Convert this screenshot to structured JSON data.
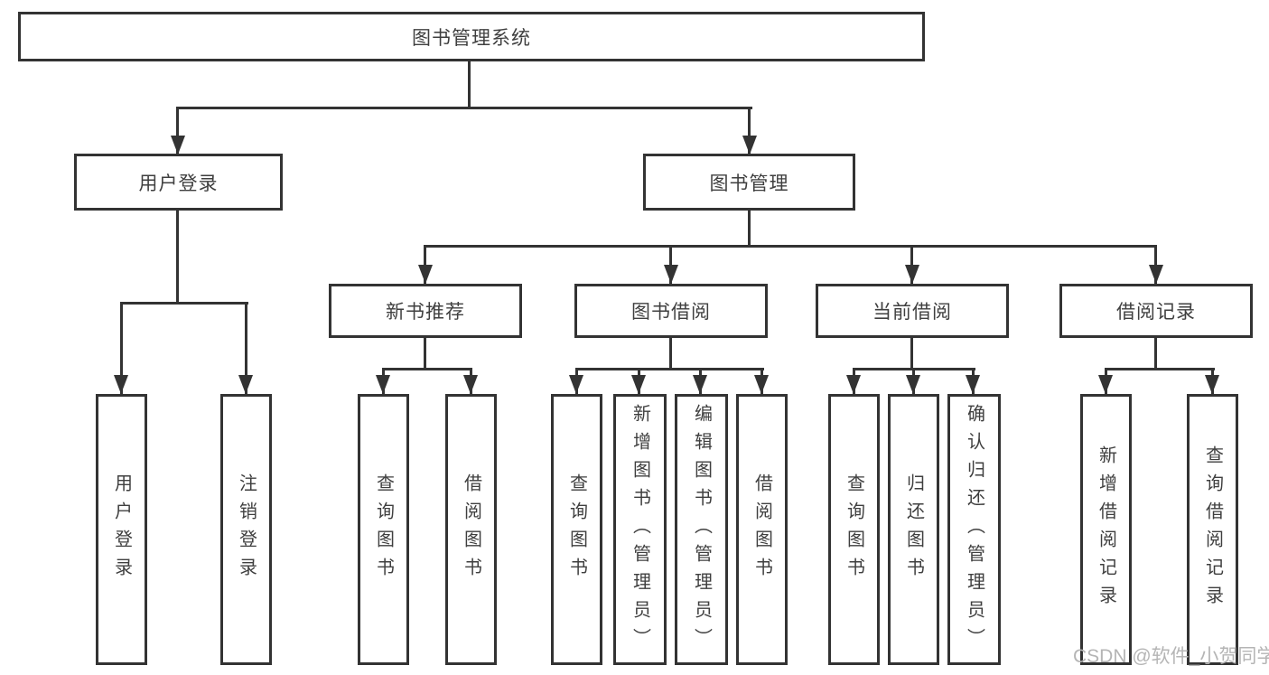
{
  "diagram": {
    "title": {
      "label": "图书管理系统"
    },
    "level1": [
      {
        "label": "用户登录"
      },
      {
        "label": "图书管理"
      }
    ],
    "level2": [
      {
        "label": "新书推荐"
      },
      {
        "label": "图书借阅"
      },
      {
        "label": "当前借阅"
      },
      {
        "label": "借阅记录"
      }
    ],
    "leaves": {
      "user_login": [
        {
          "label": "用户登录"
        },
        {
          "label": "注销登录"
        }
      ],
      "new_books": [
        {
          "label": "查询图书"
        },
        {
          "label": "借阅图书"
        }
      ],
      "book_borrow": [
        {
          "label": "查询图书"
        },
        {
          "label": "新增图书（管理员）"
        },
        {
          "label": "编辑图书（管理员）"
        },
        {
          "label": "借阅图书"
        }
      ],
      "current_borrow": [
        {
          "label": "查询图书"
        },
        {
          "label": "归还图书"
        },
        {
          "label": "确认归还（管理员）"
        }
      ],
      "borrow_records": [
        {
          "label": "新增借阅记录"
        },
        {
          "label": "查询借阅记录"
        }
      ]
    }
  },
  "watermark": {
    "text": "CSDN @软件_小贺同学"
  },
  "colors": {
    "line": "#333333",
    "text": "#3f3f3f",
    "watermark": "#b5b5b5",
    "background": "#ffffff"
  }
}
